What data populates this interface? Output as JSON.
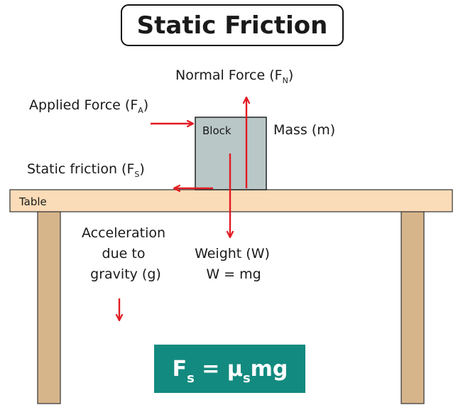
{
  "title": "Static Friction",
  "labels": {
    "normal_force": {
      "text": "Normal Force (F",
      "sub": "N",
      "close": ")"
    },
    "applied_force": {
      "text": "Applied Force (F",
      "sub": "A",
      "close": ")"
    },
    "mass": "Mass (m)",
    "block": "Block",
    "static_friction": {
      "text": "Static friction (F",
      "sub": "S",
      "close": ")"
    },
    "table": "Table",
    "acceleration": [
      "Acceleration",
      "due to",
      "gravity (g)"
    ],
    "weight": [
      "Weight (W)",
      "W = mg"
    ]
  },
  "formula": {
    "f": "F",
    "f_sub": "s",
    "eq": " = ",
    "mu": "μ",
    "mu_sub": "s",
    "rest": "mg"
  },
  "colors": {
    "arrow": "#e21b22",
    "block_fill": "#b9c7c7",
    "tabletop_fill": "#fbdcb8",
    "leg_fill": "#d7b58b",
    "formula_bg": "#138a7f",
    "formula_text": "#ffffff"
  }
}
